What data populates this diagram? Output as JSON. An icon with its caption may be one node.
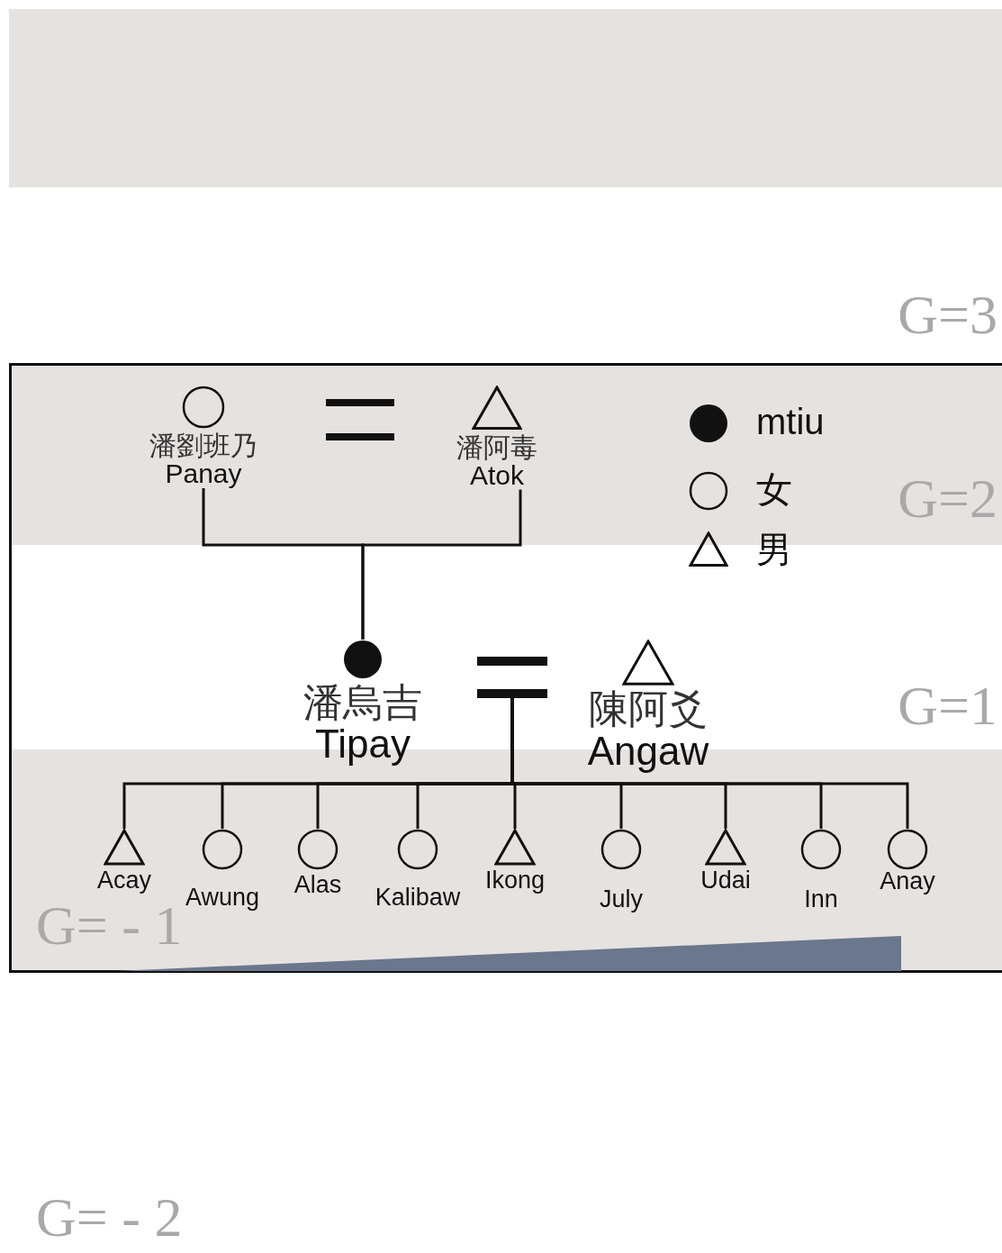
{
  "diagram": {
    "nodes": [
      {
        "text": [],
        "shape": "circle",
        "beside": [
          "潘劉班乃",
          "Panay"
        ]
      },
      {
        "text": [],
        "shape": "equals"
      },
      {
        "text": [],
        "shape": "triangle",
        "beside": [
          "潘阿毒",
          "Atok"
        ]
      },
      {
        "text": [],
        "shape": "dot",
        "beside": [
          "潘烏吉",
          "Tipay"
        ]
      },
      {
        "text": [],
        "shape": "equals"
      },
      {
        "text": [],
        "shape": "triangle",
        "beside": [
          "陳阿爻",
          "Angaw"
        ]
      },
      {
        "text": [],
        "shape": "triangle",
        "beside": [
          "Acay"
        ]
      },
      {
        "text": [],
        "shape": "circle",
        "beside": [
          "Awung"
        ]
      },
      {
        "text": [],
        "shape": "circle",
        "beside": [
          "Alas"
        ]
      },
      {
        "text": [],
        "shape": "circle",
        "beside": [
          "Kalibaw"
        ]
      },
      {
        "text": [],
        "shape": "triangle",
        "beside": [
          "Ikong"
        ]
      },
      {
        "text": [],
        "shape": "circle",
        "beside": [
          "July"
        ]
      },
      {
        "text": [],
        "shape": "triangle",
        "beside": [
          "Udai"
        ]
      },
      {
        "text": [],
        "shape": "circle",
        "beside": [
          "Inn"
        ]
      },
      {
        "text": [],
        "shape": "circle",
        "beside": [
          "Anay"
        ]
      },
      {
        "text": [],
        "shape": "wedge"
      }
    ],
    "edges": [
      {
        "from": 0,
        "to": 3,
        "arrow": "none"
      },
      {
        "from": 2,
        "to": 3,
        "arrow": "none"
      },
      {
        "from": 4,
        "to": 6,
        "arrow": "none"
      },
      {
        "from": 4,
        "to": 7,
        "arrow": "none"
      },
      {
        "from": 4,
        "to": 8,
        "arrow": "none"
      },
      {
        "from": 4,
        "to": 9,
        "arrow": "none"
      },
      {
        "from": 4,
        "to": 10,
        "arrow": "none"
      },
      {
        "from": 4,
        "to": 11,
        "arrow": "none"
      },
      {
        "from": 4,
        "to": 12,
        "arrow": "none"
      },
      {
        "from": 4,
        "to": 13,
        "arrow": "none"
      },
      {
        "from": 4,
        "to": 14,
        "arrow": "none"
      }
    ],
    "labels": [
      "G=3",
      "G=2",
      "G=1",
      "G= - 1",
      "G= - 2"
    ],
    "legend": [
      {
        "text": "mtiu"
      },
      {
        "text": "女"
      },
      {
        "text": "男"
      }
    ]
  }
}
